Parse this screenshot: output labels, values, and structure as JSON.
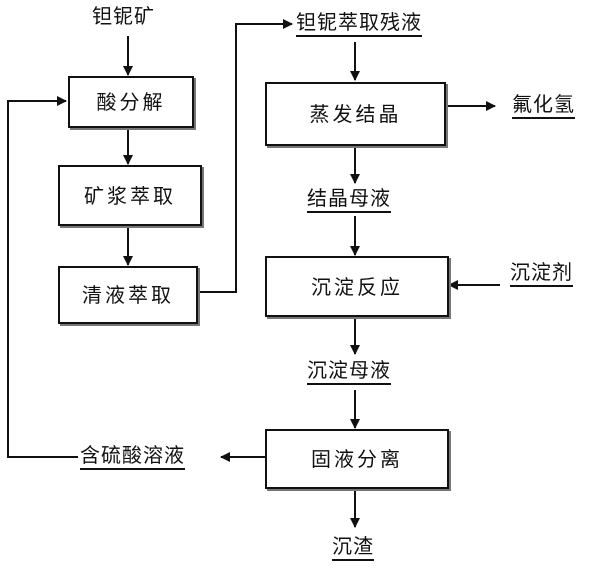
{
  "inputs": {
    "ore": "钽铌矿",
    "precipitant": "沉淀剂"
  },
  "process_steps": {
    "acid_decomposition": "酸分解",
    "slurry_extraction": "矿浆萃取",
    "clear_liquid_extraction": "清液萃取",
    "evaporation_crystallization": "蒸发结晶",
    "precipitation_reaction": "沉淀反应",
    "solid_liquid_separation": "固液分离"
  },
  "streams": {
    "extraction_raffinate": "钽铌萃取残液",
    "crystallization_mother_liquor": "结晶母液",
    "precipitation_mother_liquor": "沉淀母液",
    "sulfuric_acid_solution": "含硫酸溶液"
  },
  "outputs": {
    "hydrogen_fluoride": "氟化氢",
    "precipitate_residue": "沉渣"
  },
  "colors": {
    "line": "#111111",
    "box_shadow": "#777777",
    "background": "#ffffff"
  }
}
